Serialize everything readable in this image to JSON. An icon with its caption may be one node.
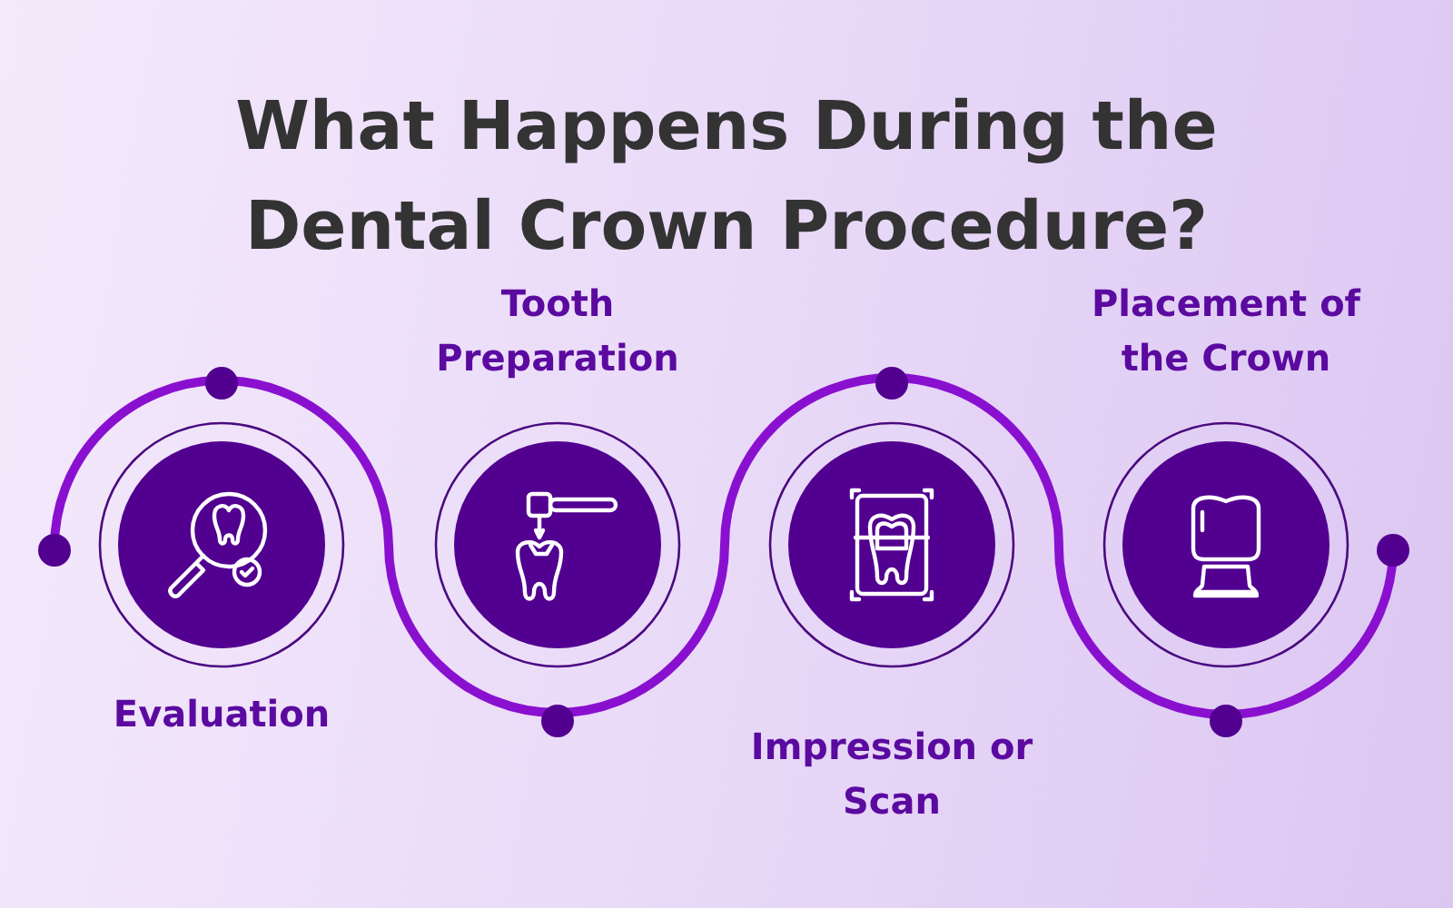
{
  "diagram": {
    "title": "What Happens During the Dental Crown Procedure?",
    "nodes": [
      {
        "text": [
          "Evaluation"
        ]
      },
      {
        "text": [
          "Tooth Preparation"
        ]
      },
      {
        "text": [
          "Impression or Scan"
        ]
      },
      {
        "text": [
          "Placement of the Crown"
        ]
      }
    ],
    "edges": []
  }
}
